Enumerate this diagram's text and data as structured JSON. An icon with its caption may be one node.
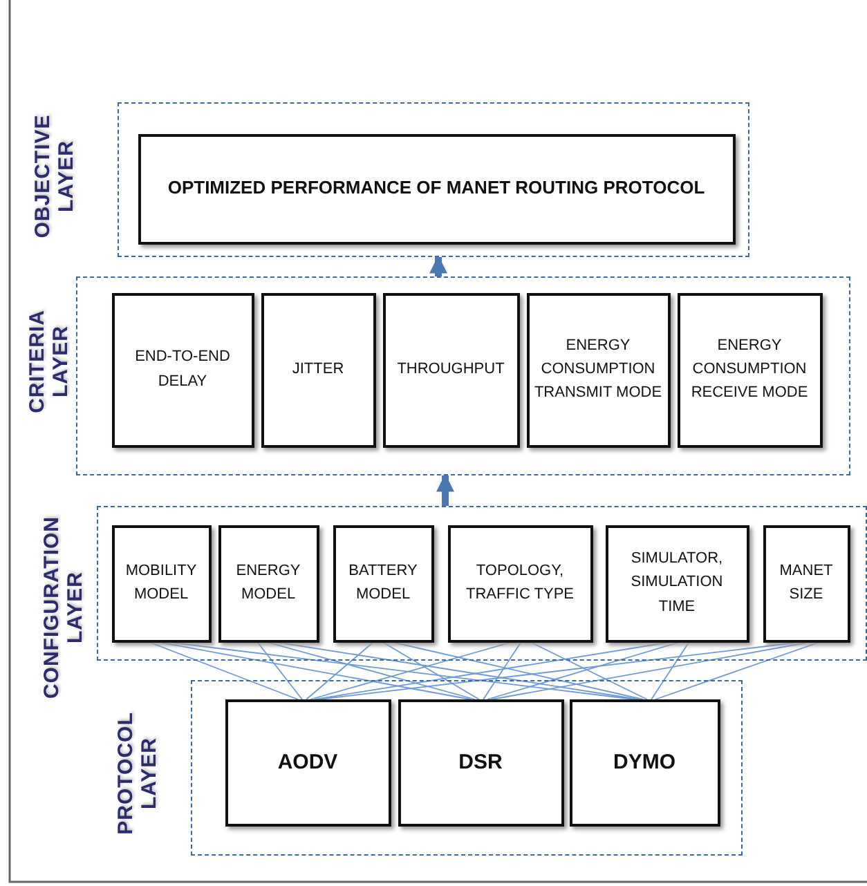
{
  "diagram": {
    "nodes": [
      {
        "text": [],
        "shape": "box"
      },
      {
        "text": [
          "OPTIMIZED PERFORMANCE OF MANET ROUTING PROTOCOL"
        ],
        "in": 0
      },
      {
        "text": [],
        "shape": "box"
      },
      {
        "text": [
          "END-TO-END DELAY"
        ],
        "in": 2
      },
      {
        "text": [
          "JITTER"
        ],
        "in": 2
      },
      {
        "text": [
          "THROUGHPUT"
        ],
        "in": 2
      },
      {
        "text": [
          "ENERGY CONSUMPTION TRANSMIT MODE"
        ],
        "in": 2
      },
      {
        "text": [
          "ENERGY CONSUMPTION RECEIVE MODE"
        ],
        "in": 2
      },
      {
        "text": [],
        "shape": "box"
      },
      {
        "text": [
          "MOBILITY MODEL"
        ],
        "in": 8
      },
      {
        "text": [
          "ENERGY MODEL"
        ],
        "in": 8
      },
      {
        "text": [
          "BATTERY MODEL"
        ],
        "in": 8
      },
      {
        "text": [
          "TOPOLOGY, TRAFFIC TYPE"
        ],
        "in": 8
      },
      {
        "text": [
          "SIMULATOR, SIMULATION TIME"
        ],
        "in": 8
      },
      {
        "text": [
          "MANET SIZE"
        ],
        "in": 8
      },
      {
        "text": [],
        "shape": "box"
      },
      {
        "text": [
          "AODV"
        ],
        "in": 15
      },
      {
        "text": [
          "DSR"
        ],
        "in": 15
      },
      {
        "text": [
          "DYMO"
        ],
        "in": 15
      }
    ],
    "edges": [
      {
        "from": 2,
        "to": 0,
        "arrow": "to",
        "style": "thick"
      },
      {
        "from": 8,
        "to": 2,
        "arrow": "to",
        "style": "thick"
      },
      {
        "from": 16,
        "to": 9,
        "arrow": "none"
      },
      {
        "from": 16,
        "to": 10,
        "arrow": "none"
      },
      {
        "from": 16,
        "to": 11,
        "arrow": "none"
      },
      {
        "from": 16,
        "to": 12,
        "arrow": "none"
      },
      {
        "from": 16,
        "to": 13,
        "arrow": "none"
      },
      {
        "from": 16,
        "to": 14,
        "arrow": "none"
      },
      {
        "from": 17,
        "to": 9,
        "arrow": "none"
      },
      {
        "from": 17,
        "to": 10,
        "arrow": "none"
      },
      {
        "from": 17,
        "to": 11,
        "arrow": "none"
      },
      {
        "from": 17,
        "to": 12,
        "arrow": "none"
      },
      {
        "from": 17,
        "to": 13,
        "arrow": "none"
      },
      {
        "from": 17,
        "to": 14,
        "arrow": "none"
      },
      {
        "from": 18,
        "to": 9,
        "arrow": "none"
      },
      {
        "from": 18,
        "to": 10,
        "arrow": "none"
      },
      {
        "from": 18,
        "to": 11,
        "arrow": "none"
      },
      {
        "from": 18,
        "to": 12,
        "arrow": "none"
      },
      {
        "from": 18,
        "to": 13,
        "arrow": "none"
      },
      {
        "from": 18,
        "to": 14,
        "arrow": "none"
      }
    ],
    "labels": [
      "OBJECTIVE LAYER",
      "CRITERIA LAYER",
      "CONFIGURATION LAYER",
      "PROTOCOL LAYER"
    ]
  }
}
